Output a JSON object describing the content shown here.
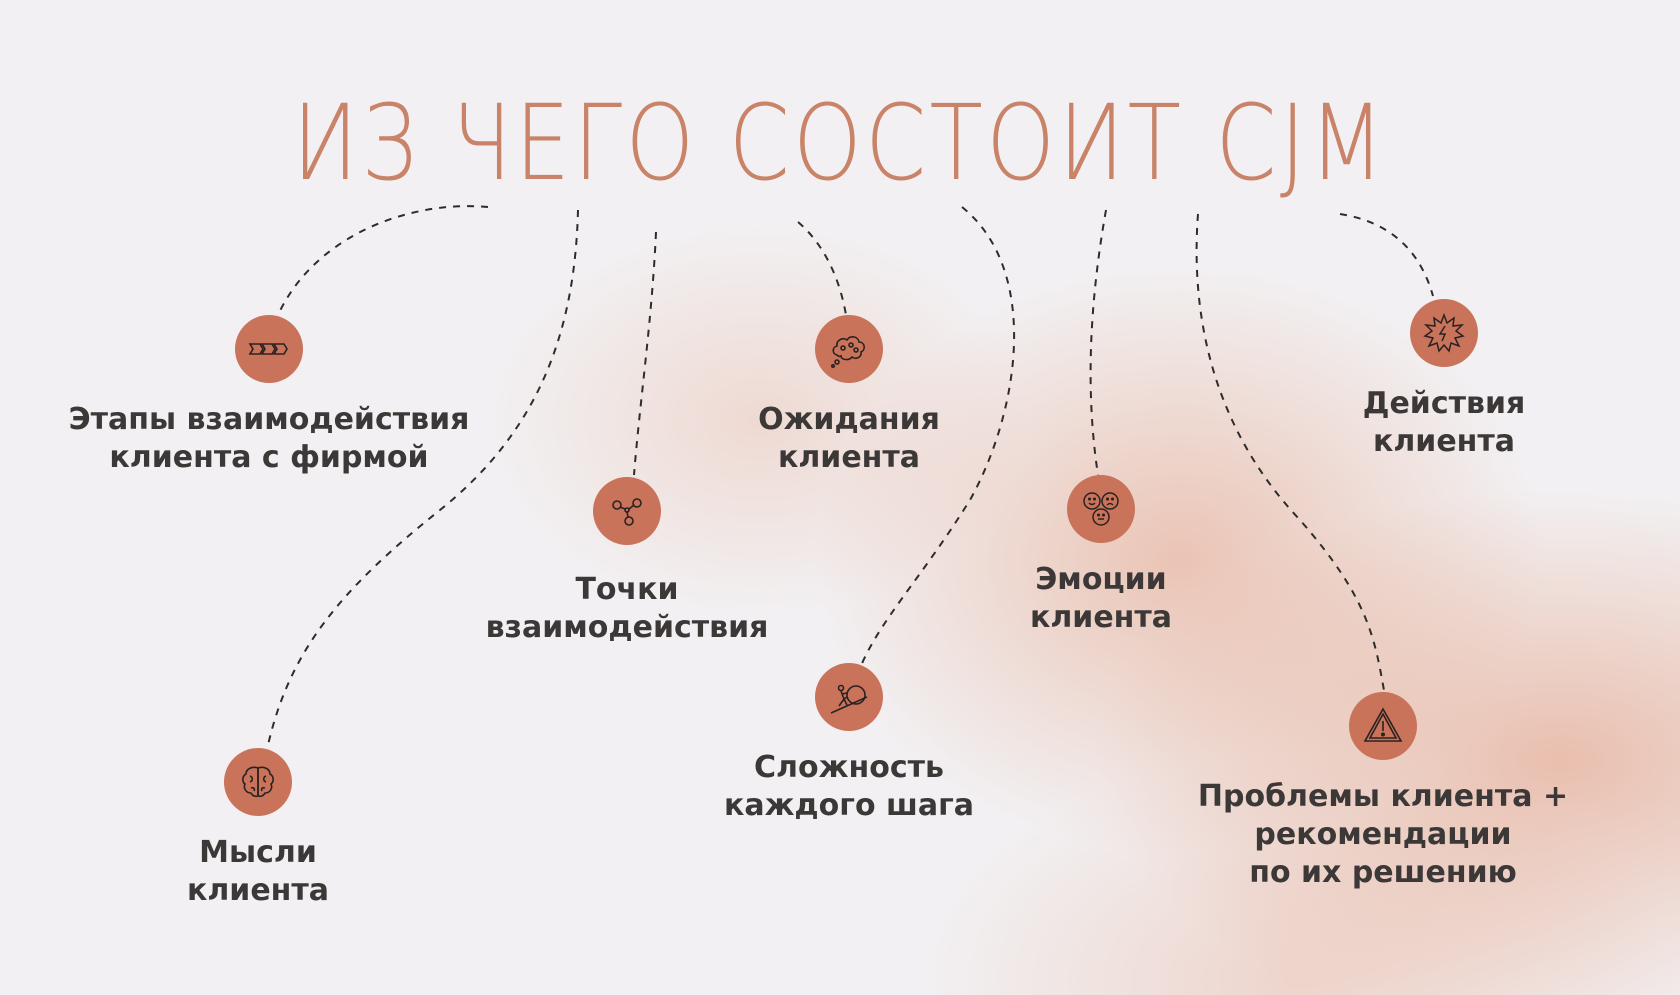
{
  "title": "ИЗ ЧЕГО СОСТОИТ CJM",
  "colors": {
    "title": "#c98368",
    "circle": "#c9735b",
    "text": "#3b3837",
    "line": "#2e2b2a"
  },
  "items": [
    {
      "icon": "stages-arrows-icon",
      "label": "Этапы взаимодействия\nклиента с фирмой"
    },
    {
      "icon": "brain-icon",
      "label": "Мысли\nклиента"
    },
    {
      "icon": "network-nodes-icon",
      "label": "Точки\nвзаимодействия"
    },
    {
      "icon": "thought-cloud-icon",
      "label": "Ожидания\nклиента"
    },
    {
      "icon": "boulder-pushing-icon",
      "label": "Сложность\nкаждого шага"
    },
    {
      "icon": "emotions-faces-icon",
      "label": "Эмоции\nклиента"
    },
    {
      "icon": "warning-triangle-icon",
      "label": "Проблемы клиента +\nрекомендации\nпо их решению"
    },
    {
      "icon": "action-burst-icon",
      "label": "Действия\nклиента"
    }
  ]
}
